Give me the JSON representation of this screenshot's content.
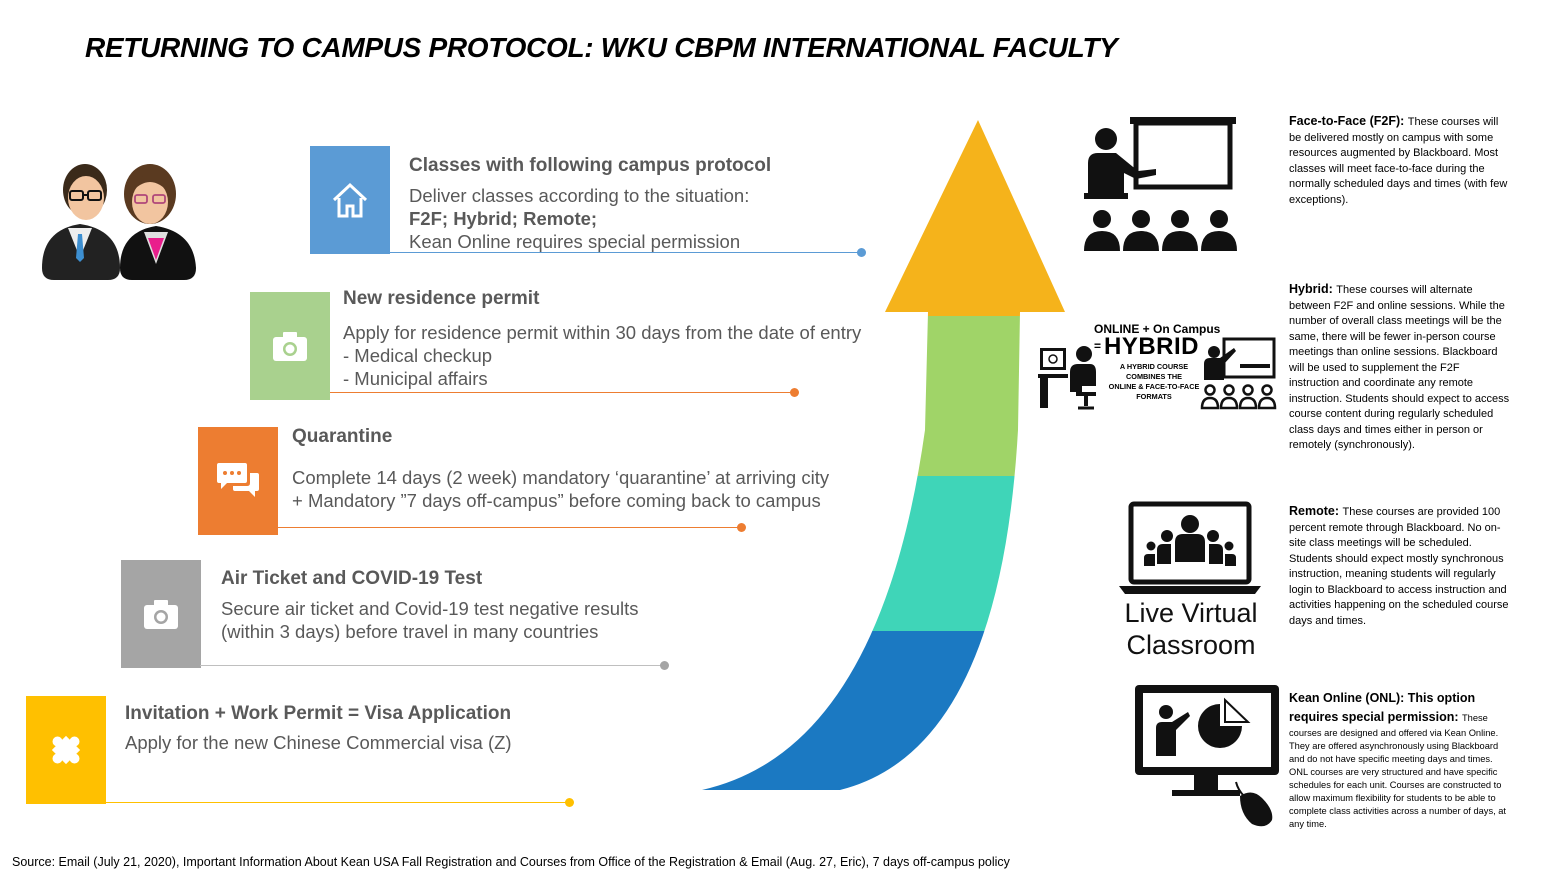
{
  "title": "RETURNING TO CAMPUS PROTOCOL: WKU CBPM INTERNATIONAL FACULTY",
  "steps": [
    {
      "title": "Classes with following campus protocol",
      "lines": [
        "Deliver classes according to the situation:",
        "F2F; Hybrid; Remote;",
        "Kean Online requires special permission"
      ],
      "color": "#5B9BD5",
      "icon": "home-icon"
    },
    {
      "title": "New residence permit",
      "lines": [
        "Apply for residence permit within 30 days from the date of entry",
        "-   Medical checkup",
        "-   Municipal affairs"
      ],
      "color": "#A9D18E",
      "icon": "camera-icon"
    },
    {
      "title": "Quarantine",
      "lines": [
        "Complete 14 days (2 week) mandatory ‘quarantine’ at arriving city",
        "+ Mandatory ”7 days off-campus” before coming back to campus"
      ],
      "color": "#ED7D31",
      "icon": "chat-icon"
    },
    {
      "title": "Air Ticket and COVID-19 Test",
      "lines": [
        "Secure air ticket and Covid-19 test negative results",
        "(within 3 days) before travel in many countries"
      ],
      "color": "#A5A5A5",
      "icon": "camera-icon"
    },
    {
      "title": "Invitation + Work Permit = Visa Application",
      "lines": [
        "Apply for the new Chinese Commercial visa (Z)"
      ],
      "color": "#FFC000",
      "icon": "puzzle-icon"
    }
  ],
  "arrow_colors": [
    "#F5B31B",
    "#A0D468",
    "#3FD5B8",
    "#1B79C2"
  ],
  "hybrid_graphic": {
    "top": "ONLINE + On Campus",
    "eq": "=",
    "word": "HYBRID",
    "caption": [
      "A HYBRID COURSE",
      "COMBINES THE",
      "ONLINE & FACE-TO-FACE",
      "FORMATS"
    ]
  },
  "live_virtual": [
    "Live Virtual",
    "Classroom"
  ],
  "modes": [
    {
      "label": "Face-to-Face (F2F)",
      "sep": ": ",
      "text": "These courses will be delivered mostly on campus with some resources augmented by Blackboard. Most classes will meet face-to-face during the normally scheduled days and times (with few exceptions)."
    },
    {
      "label": "Hybrid",
      "sep": ": ",
      "text": "These courses will alternate between F2F and online sessions. While the number of overall class meetings will be the same, there will be fewer in-person course meetings than online sessions. Blackboard will be used to supplement the F2F instruction and coordinate any remote instruction. Students should expect to access course content during regularly scheduled class days and times either in person or remotely (synchronously)."
    },
    {
      "label": "Remote",
      "sep": ": ",
      "text": "These courses are provided 100 percent remote through Blackboard. No on-site class meetings will be scheduled. Students should expect mostly synchronous instruction, meaning students will regularly login to Blackboard to access instruction and activities happening on the scheduled course days and times."
    },
    {
      "label": "Kean Online (ONL): This option requires special permission",
      "sep": ": ",
      "text": "These courses are designed and offered via Kean Online. They are offered asynchronously using Blackboard and do not have specific meeting days and times. ONL courses are very structured and have specific schedules for each unit. Courses are constructed to allow maximum flexibility for students to be able to complete class activities across a number of days, at any time."
    }
  ],
  "source": "Source: Email (July 21, 2020), Important Information About Kean USA Fall Registration and Courses from Office of the Registration & Email (Aug. 27, Eric), 7 days off-campus policy"
}
